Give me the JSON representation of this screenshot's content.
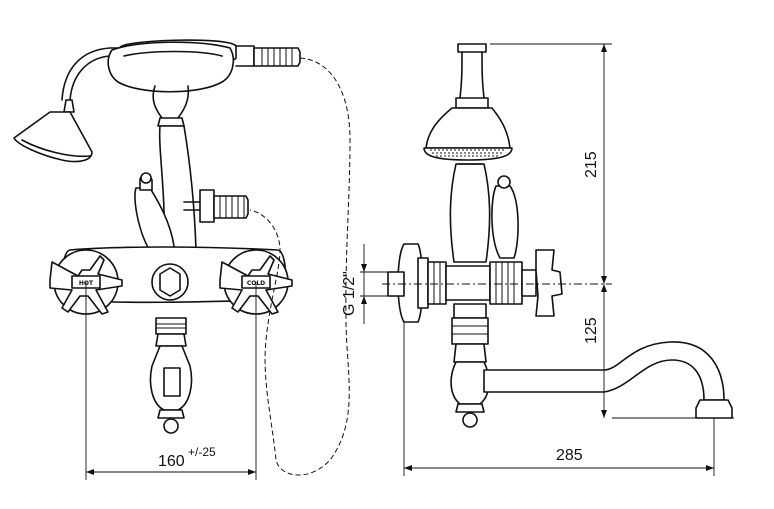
{
  "labels": {
    "hot": "HOT",
    "cold": "COLD"
  },
  "dimensions": {
    "width_front": "160",
    "width_front_tolerance": "+/-25",
    "connection": "G 1/2\"",
    "height_upper": "215",
    "height_lower": "125",
    "depth": "285"
  },
  "colors": {
    "line": "#111111",
    "background": "#ffffff"
  }
}
